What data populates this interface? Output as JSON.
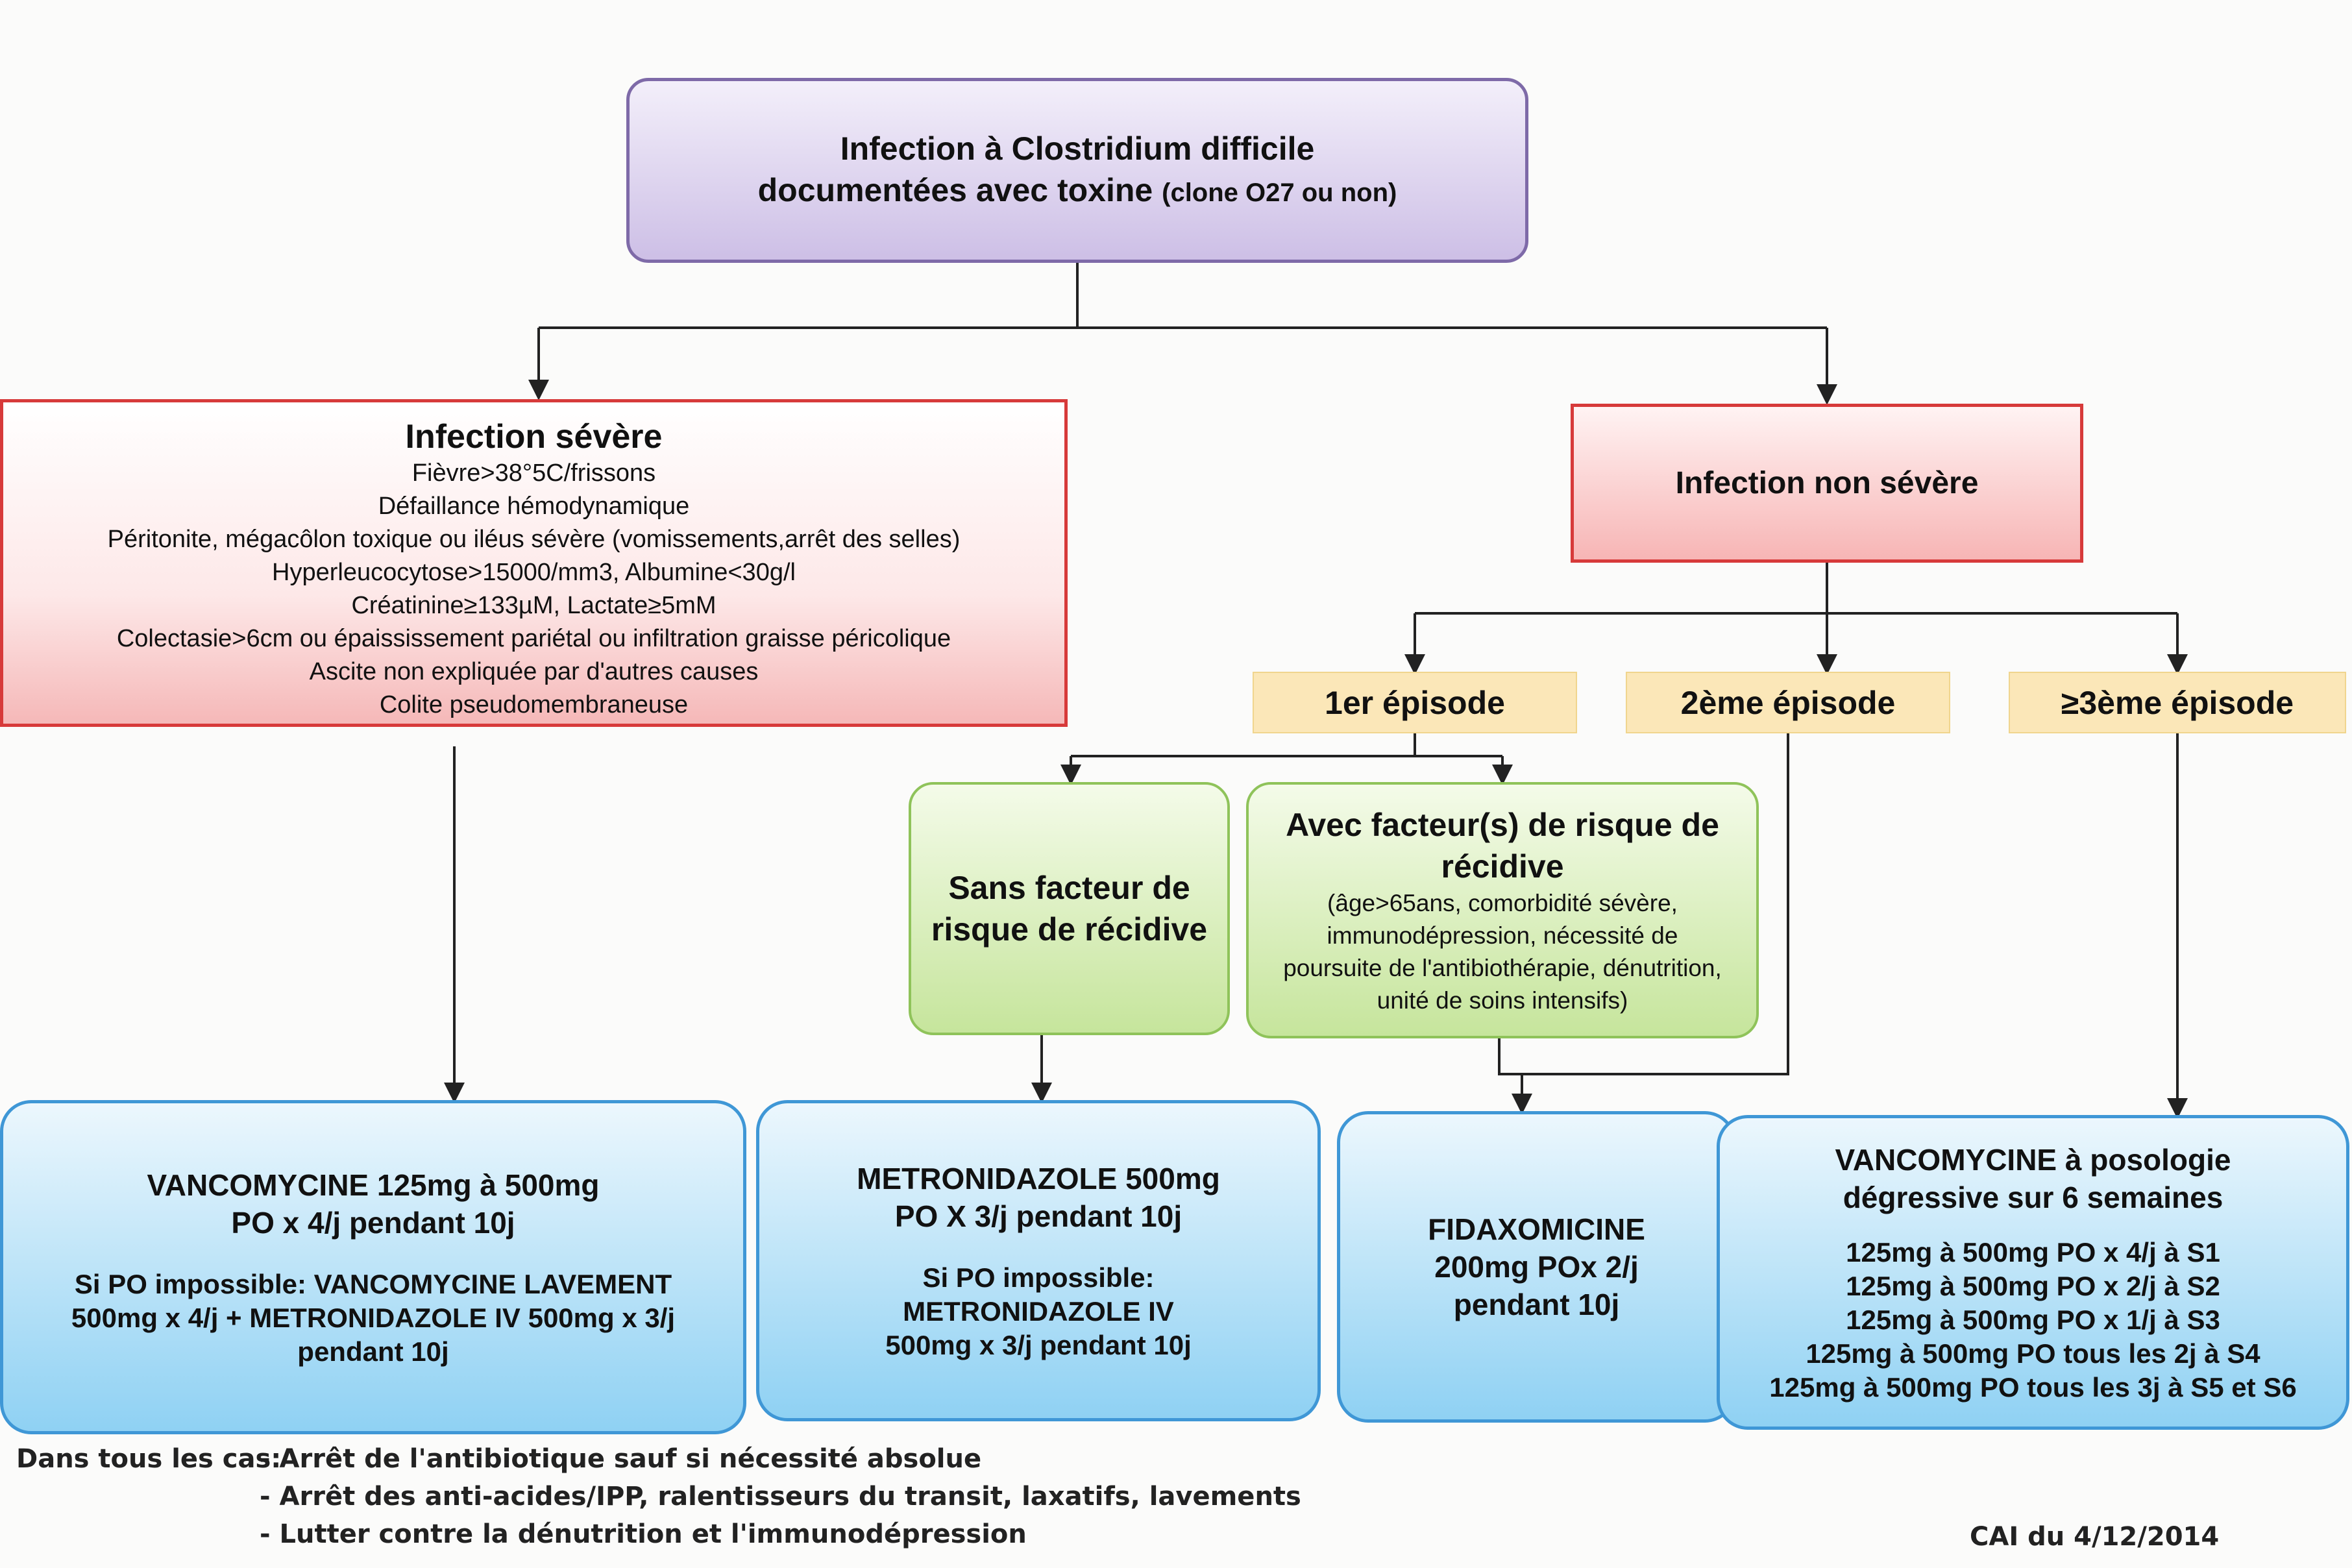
{
  "top": {
    "line1": "Infection à Clostridium difficile",
    "line2_main": "documentées avec toxine",
    "line2_small": "(clone O27 ou non)"
  },
  "severe": {
    "title": "Infection sévère",
    "criteria": [
      "Fièvre>38°5C/frissons",
      "Défaillance hémodynamique",
      "Péritonite, mégacôlon toxique ou iléus sévère (vomissements,arrêt des selles)",
      "Hyperleucocytose>15000/mm3, Albumine<30g/l",
      "Créatinine≥133µM, Lactate≥5mM",
      "Colectasie>6cm ou épaississement pariétal ou infiltration graisse péricolique",
      "Ascite non expliquée par d'autres causes",
      "Colite pseudomembraneuse"
    ]
  },
  "nonsevere": {
    "title": "Infection non sévère"
  },
  "episodes": {
    "first": "1er épisode",
    "second": "2ème épisode",
    "third": "≥3ème épisode"
  },
  "risk": {
    "without": {
      "title": "Sans facteur de risque de récidive"
    },
    "with": {
      "title": "Avec facteur(s) de risque de récidive",
      "details": "(âge>65ans, comorbidité sévère, immunodépression, nécessité de poursuite de l'antibiothérapie, dénutrition, unité de soins intensifs)"
    }
  },
  "treatments": {
    "vanco": {
      "main": [
        "VANCOMYCINE 125mg à 500mg",
        "PO x 4/j pendant 10j"
      ],
      "alt": [
        "Si PO impossible: VANCOMYCINE LAVEMENT",
        "500mg x 4/j + METRONIDAZOLE IV 500mg x 3/j",
        "pendant 10j"
      ]
    },
    "metro": {
      "main": [
        "METRONIDAZOLE 500mg",
        "PO X 3/j pendant 10j"
      ],
      "alt": [
        "Si PO impossible:",
        "METRONIDAZOLE IV",
        "500mg x 3/j pendant 10j"
      ]
    },
    "fidax": {
      "main": [
        "FIDAXOMICINE",
        "200mg POx 2/j",
        "pendant 10j"
      ]
    },
    "vanco_taper": {
      "main": [
        "VANCOMYCINE à posologie",
        "dégressive sur 6 semaines"
      ],
      "schedule": [
        "125mg à 500mg PO x 4/j à S1",
        "125mg à 500mg PO x 2/j à S2",
        "125mg à 500mg PO x 1/j à S3",
        "125mg à 500mg PO tous les 2j à S4",
        "125mg à 500mg PO tous les 3j à S5 et S6"
      ]
    }
  },
  "footer": {
    "label": "Dans tous les cas:",
    "items": [
      "- Arrêt de l'antibiotique sauf si nécessité absolue",
      "- Arrêt des anti-acides/IPP, ralentisseurs du transit, laxatifs, lavements",
      "- Lutter contre la dénutrition et l'immunodépression"
    ],
    "date": "CAI du 4/12/2014"
  },
  "colors": {
    "top_border": "#7e6aa8",
    "severity_border": "#d73a3a",
    "episode_fill": "#fbe7b8",
    "risk_border": "#8fc35a",
    "treatment_border": "#3f97d6"
  }
}
